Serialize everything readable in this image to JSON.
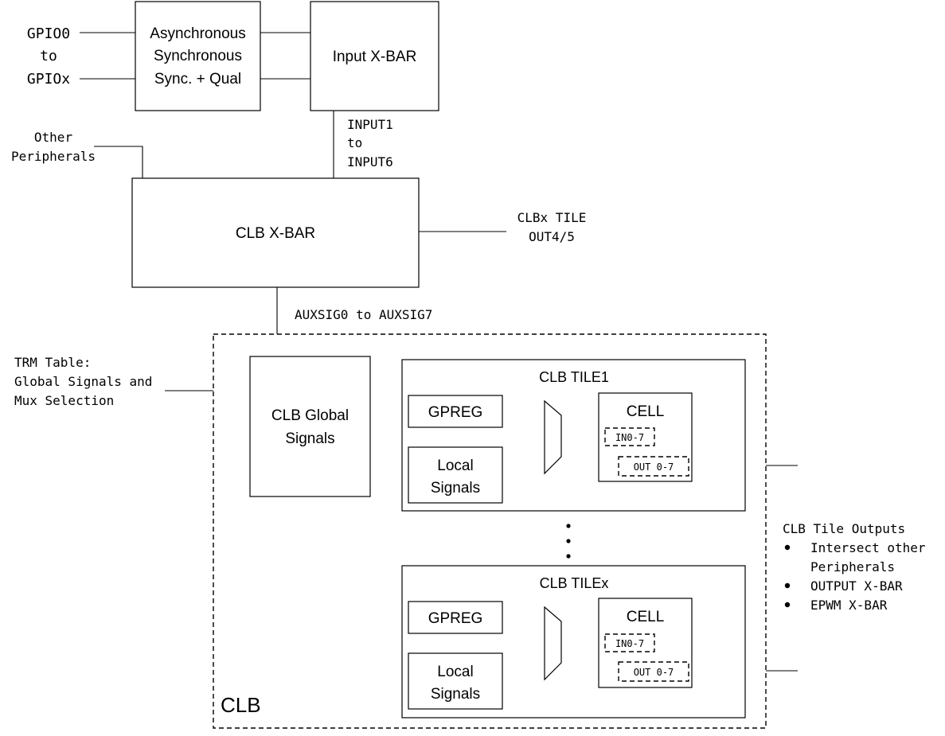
{
  "gpio": {
    "line1": "GPIO0",
    "line2": "to",
    "line3": "GPIOx"
  },
  "qual_block": {
    "line1": "Asynchronous",
    "line2": "Synchronous",
    "line3": "Sync. + Qual"
  },
  "input_xbar": {
    "label": "Input X-BAR"
  },
  "input_range": {
    "line1": "INPUT1",
    "line2": "to",
    "line3": "INPUT6"
  },
  "other_peripherals": {
    "line1": "Other",
    "line2": "Peripherals"
  },
  "clb_xbar": {
    "label": "CLB X-BAR"
  },
  "clbx_tile_out": {
    "line1": "CLBx TILE",
    "line2": "OUT4/5"
  },
  "auxsig": {
    "label": "AUXSIG0 to AUXSIG7"
  },
  "trm_table": {
    "line1": "TRM Table:",
    "line2": "Global Signals and",
    "line3": "Mux Selection"
  },
  "clb_global": {
    "line1": "CLB Global",
    "line2": "Signals"
  },
  "tile1": {
    "title": "CLB TILE1",
    "gpreg": "GPREG",
    "local_line1": "Local",
    "local_line2": "Signals",
    "cell": "CELL",
    "in_label": "IN0-7",
    "out_label": "OUT 0-7"
  },
  "tilex": {
    "title": "CLB TILEx",
    "gpreg": "GPREG",
    "local_line1": "Local",
    "local_line2": "Signals",
    "cell": "CELL",
    "in_label": "IN0-7",
    "out_label": "OUT 0-7"
  },
  "clb_label": "CLB",
  "tile_outputs": {
    "title": "CLB Tile Outputs",
    "bullet1_line1": "Intersect other",
    "bullet1_line2": "Peripherals",
    "bullet2": "OUTPUT X-BAR",
    "bullet3": "EPWM X-BAR"
  }
}
